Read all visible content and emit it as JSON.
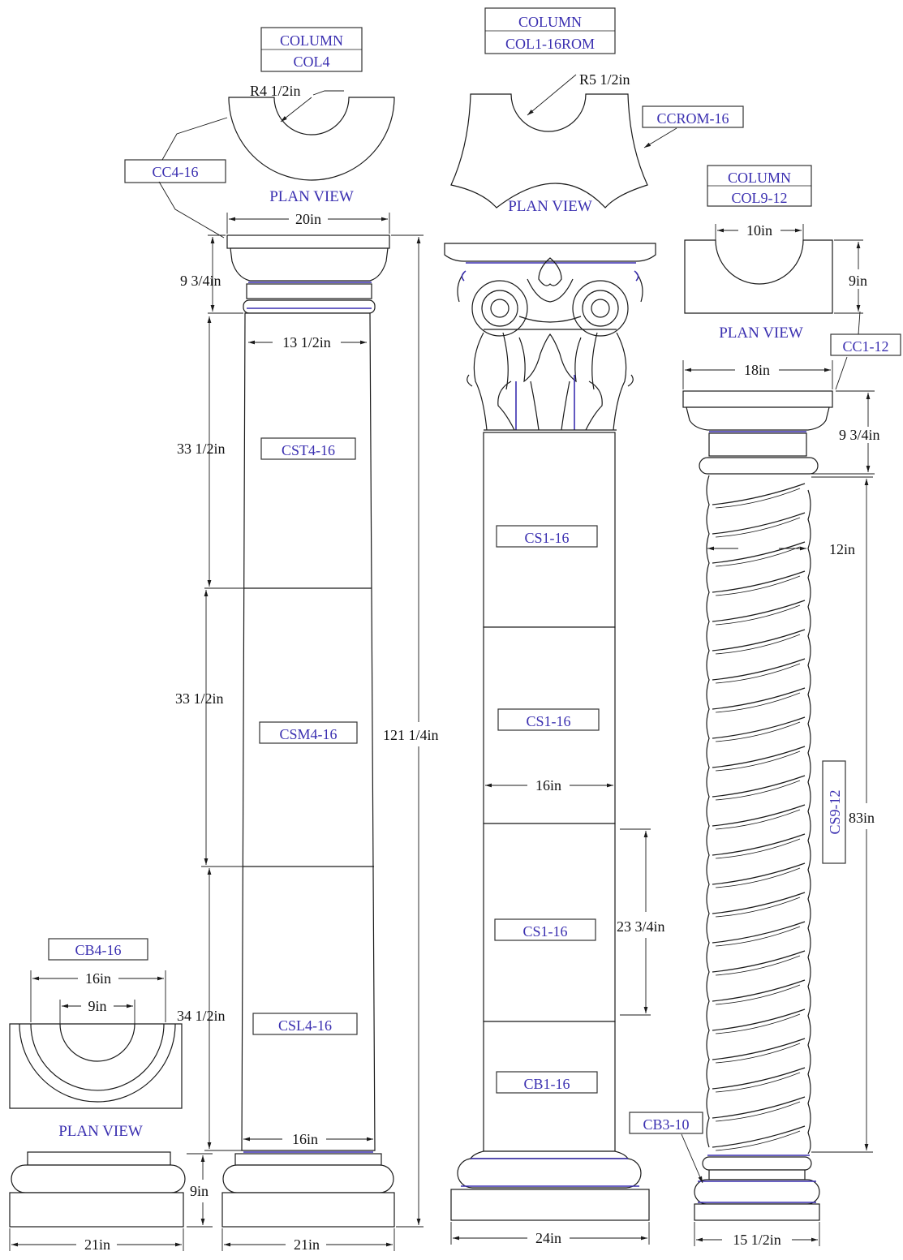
{
  "colors": {
    "ink": "#1a1a1a",
    "label_blue": "#3a2fb0",
    "background": "#ffffff"
  },
  "col4": {
    "title": {
      "line1": "COLUMN",
      "line2": "COL4"
    },
    "plan_radius": "R4 1/2in",
    "capital_code": "CC4-16",
    "plan_view": "PLAN VIEW",
    "cap_width": "20in",
    "cap_height": "9 3/4in",
    "top_shaft_width": "13 1/2in",
    "section_heights": [
      "33 1/2in",
      "33 1/2in",
      "34 1/2in"
    ],
    "section_codes": [
      "CST4-16",
      "CSM4-16",
      "CSL4-16"
    ],
    "total_height": "121 1/4in",
    "bottom_shaft_width": "16in",
    "base_width": "21in",
    "base_height": "9in"
  },
  "base_plan": {
    "code": "CB4-16",
    "outer_width": "16in",
    "inner_width": "9in",
    "plan_view": "PLAN VIEW",
    "width": "21in"
  },
  "col1": {
    "title": {
      "line1": "COLUMN",
      "line2": "COL1-16ROM"
    },
    "plan_radius": "R5 1/2in",
    "capital_code": "CCROM-16",
    "plan_view": "PLAN VIEW",
    "section_codes": [
      "CS1-16",
      "CS1-16",
      "CS1-16",
      "CB1-16"
    ],
    "shaft_width": "16in",
    "section_height": "23 3/4in",
    "base_width": "24in"
  },
  "col9": {
    "title": {
      "line1": "COLUMN",
      "line2": "COL9-12"
    },
    "plan_width": "10in",
    "plan_depth": "9in",
    "plan_view": "PLAN VIEW",
    "capital_code": "CC1-12",
    "cap_width": "18in",
    "cap_height": "9 3/4in",
    "shaft_diameter": "12in",
    "shaft_code": "CS9-12",
    "shaft_height": "83in",
    "base_code": "CB3-10",
    "base_width": "15 1/2in"
  }
}
